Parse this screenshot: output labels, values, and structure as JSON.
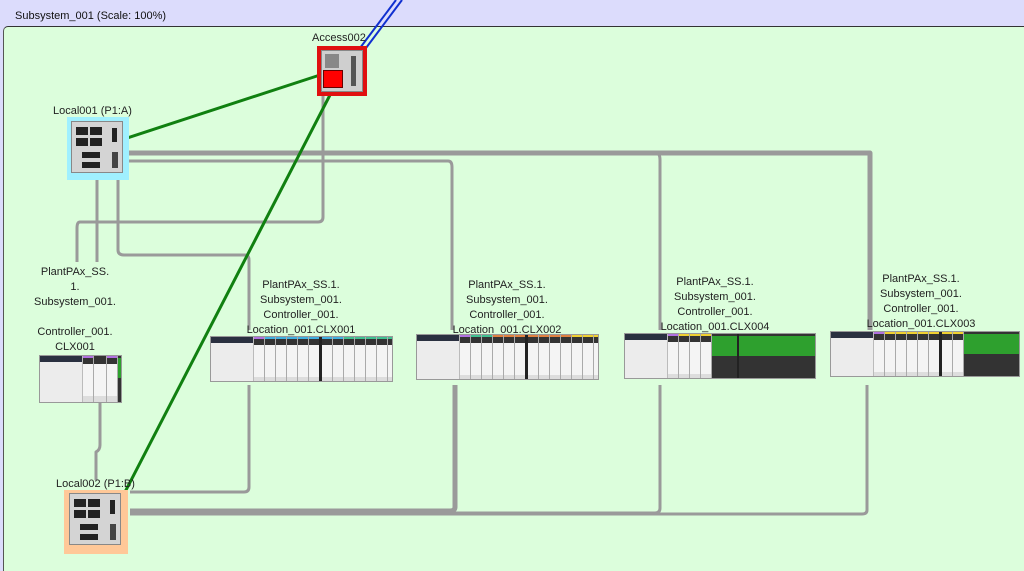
{
  "window": {
    "title": "Subsystem_001 (Scale: 100%)"
  },
  "colors": {
    "canvas_bg": "#dcfedc",
    "header_bg": "#dcdcfc",
    "wire": "#999999",
    "fiber": "#108010",
    "uplink": "#1030d0",
    "access_selected": "#e01010",
    "local001_halo": "#a0f0ff",
    "local002_halo": "#ffc898"
  },
  "devices": {
    "access002": {
      "label": "Access002",
      "state": "selected"
    },
    "local001": {
      "label": "Local001 (P1:A)"
    },
    "local002": {
      "label": "Local002 (P1:B)"
    },
    "clx001_main": {
      "label_lines": [
        "PlantPAx_SS.",
        "1.",
        "Subsystem_001.",
        "",
        "Controller_001.",
        "CLX001"
      ]
    },
    "racks": [
      {
        "label_lines": [
          "PlantPAx_SS.1.",
          "Subsystem_001.",
          "Controller_001.",
          "Location_001.CLX001"
        ]
      },
      {
        "label_lines": [
          "PlantPAx_SS.1.",
          "Subsystem_001.",
          "Controller_001.",
          "Location_001.CLX002"
        ]
      },
      {
        "label_lines": [
          "PlantPAx_SS.1.",
          "Subsystem_001.",
          "Controller_001.",
          "Location_001.CLX004"
        ]
      },
      {
        "label_lines": [
          "PlantPAx_SS.1.",
          "Subsystem_001.",
          "Controller_001.",
          "Location_001.CLX003"
        ]
      }
    ]
  }
}
